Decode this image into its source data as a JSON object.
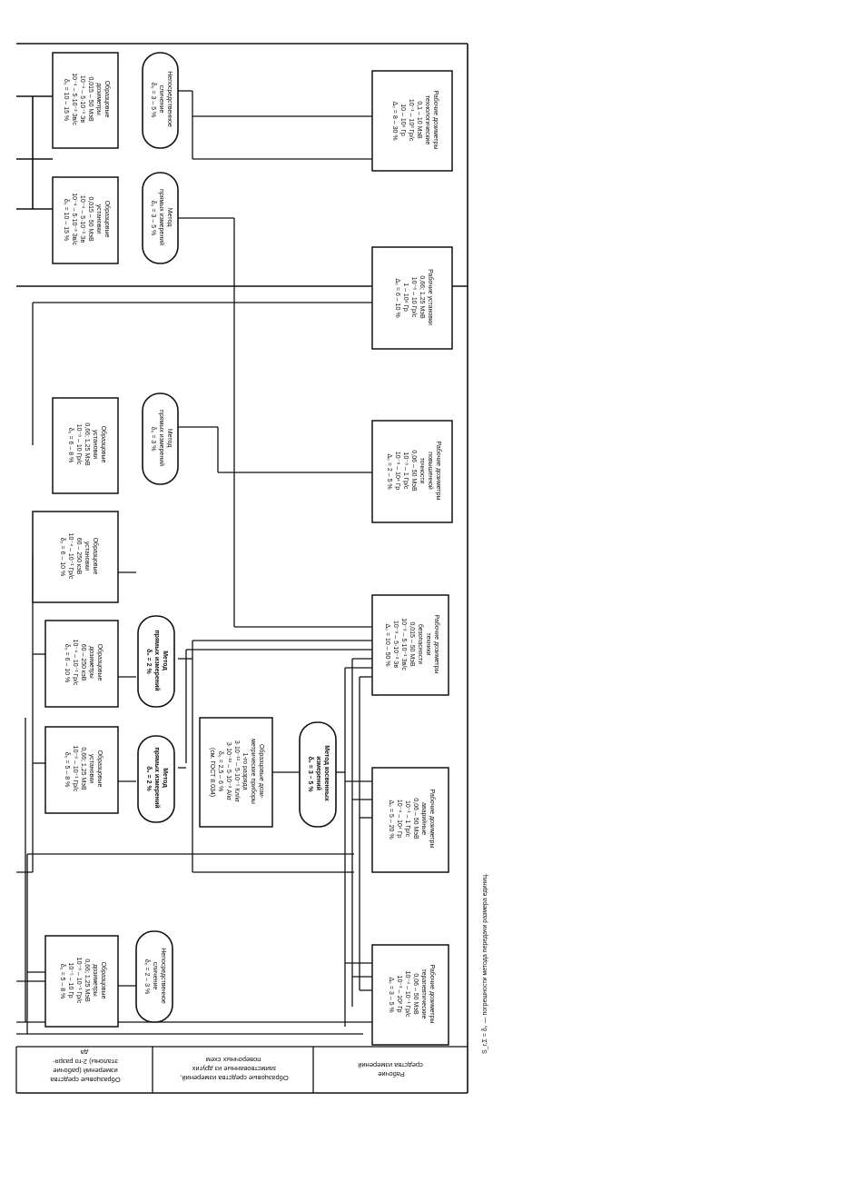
{
  "row_labels": {
    "row1": "Образцовые средства измерений (рабочие эталоны) 2-го разряда",
    "row2": "Образцовые средства измерений, заимствованные из других поверочных схем",
    "row3": "Рабочие средства измерений"
  },
  "blocks": {
    "b1": {
      "lines": [
        "Образцовые",
        "дозиметры",
        "0,015 – 50 МэВ",
        "10⁻⁴ – 5·10⁻¹ Зв",
        "10⁻⁴ – 5·10⁻³ Зв/с",
        "δ₀ = 10 – 15 %"
      ]
    },
    "b2": {
      "lines": [
        "Образцовые",
        "установки",
        "0,015 – 50 МэВ",
        "10⁻⁴ – 5·10⁻¹ Зв",
        "10⁻⁴ – 5·10⁻³ Зв/с",
        "δ₀ = 10 – 15 %"
      ]
    },
    "b3": {
      "lines": [
        "Образцовые",
        "установки",
        "0,66; 1,25 МэВ",
        "10⁻⁸ – 10 Гр/с",
        "δ₀ = 6 – 8 %"
      ]
    },
    "b4": {
      "lines": [
        "Образцовые",
        "установки",
        "60 – 250 кэВ",
        "10⁻⁴ – 10⁻¹ Гр/с",
        "δ₀ = 6 – 10 %"
      ]
    },
    "b5": {
      "lines": [
        "Образцовые",
        "дозиметры",
        "60 – 250 кэВ",
        "10⁻⁴ – 10⁻¹ Гр/с",
        "δ₀ = 6 – 10 %"
      ]
    },
    "b6": {
      "lines": [
        "Образцовые",
        "установки",
        "0,66; 1,25 МэВ",
        "10⁻⁸ – 10⁻¹ Гр/с",
        "δ₀ = 5 – 8 %"
      ]
    },
    "b7": {
      "lines": [
        "Образцовые",
        "дозиметры",
        "0,66; 1,25 МэВ",
        "10⁻⁸ – 10⁻¹ Гр/с",
        "10⁻⁵ – 10 Гр",
        "δ₀ = 5 – 8 %"
      ]
    },
    "b8": {
      "lines": [
        "Образцовые дози-",
        "метрические приборы",
        "1-го разряда",
        "3·10⁻¹¹ – 5·10⁻⁵ Кл/кг",
        "3·10⁻¹² – 5·10⁻³ А/кг",
        "δ₀ = 2,5 – 6 %",
        "(см. ГОСТ 8.034)"
      ]
    },
    "w1": {
      "lines": [
        "Рабочие дозиметры",
        "технологические",
        "0,1 – 10 МэВ",
        "10⁻¹ – 10³ Гр/с",
        "10 – 10⁶ Гр",
        "Δ₀ = 8 – 30 %"
      ]
    },
    "w2": {
      "lines": [
        "Рабочие установки",
        "0,66; 1,25 МэВ",
        "10⁻⁸ – 10 Гр/с",
        "1 – 10⁶ Гр",
        "Δ₀ = 6 – 10 %"
      ]
    },
    "w3": {
      "lines": [
        "Рабочие дозиметры",
        "повышенной",
        "точности",
        "0,06 – 50 МэВ",
        "10⁻⁸ – 1 Гр/с",
        "10⁻⁸ – 10⁴ Гр",
        "Δ₀ = 2 – 5 %"
      ]
    },
    "w4": {
      "lines": [
        "Рабочие дозиметры",
        "техники",
        "безопасности",
        "0,015 – 50 МэВ",
        "10⁻⁸ – 5·10⁻¹ Зв/с",
        "10⁻⁸ – 5·10⁻³ Зв",
        "Δ₀ = 10 – 50 %"
      ]
    },
    "w5": {
      "lines": [
        "Рабочие дозиметры",
        "аварийные",
        "0,06 – 50 МэВ",
        "10⁻¹ – 1 Гр/с",
        "10⁻⁴ – 10⁴ Гр",
        "Δ₀ = 5 – 20 %"
      ]
    },
    "w6": {
      "lines": [
        "Рабочие дозиметры",
        "терапевтические",
        "0,06 – 50 МэВ",
        "10⁻⁴ – 10⁻¹ Гр/с",
        "10⁻³ – 10² Гр",
        "Δ₀ = 3 – 5 %"
      ]
    }
  },
  "methods": {
    "m1": {
      "lines": [
        "Непосредственное",
        "сличение",
        "δ₀ = 3 – 5 %"
      ]
    },
    "m2": {
      "lines": [
        "Метод",
        "прямых измерений",
        "δ₀ = 3 – 5 %"
      ]
    },
    "m3": {
      "lines": [
        "Метод",
        "прямых измерений",
        "δ₀ = 3 %"
      ]
    },
    "m4": {
      "lines": [
        "Метод",
        "прямых измерений",
        "δ₀ = 2 %"
      ]
    },
    "m5": {
      "lines": [
        "Метод",
        "прямых измерений",
        "δ₀ = 2 %"
      ]
    },
    "m6": {
      "lines": [
        "Метод косвенных",
        "измерений",
        "δ₀ = 3 – 5 %"
      ]
    },
    "m7": {
      "lines": [
        "Непосредственное",
        "сличение",
        "δ₀ = 2 – 3 %"
      ]
    }
  },
  "footnote": "S_r,Σ = δ₀ — погрешности метода передачи размера единиц."
}
